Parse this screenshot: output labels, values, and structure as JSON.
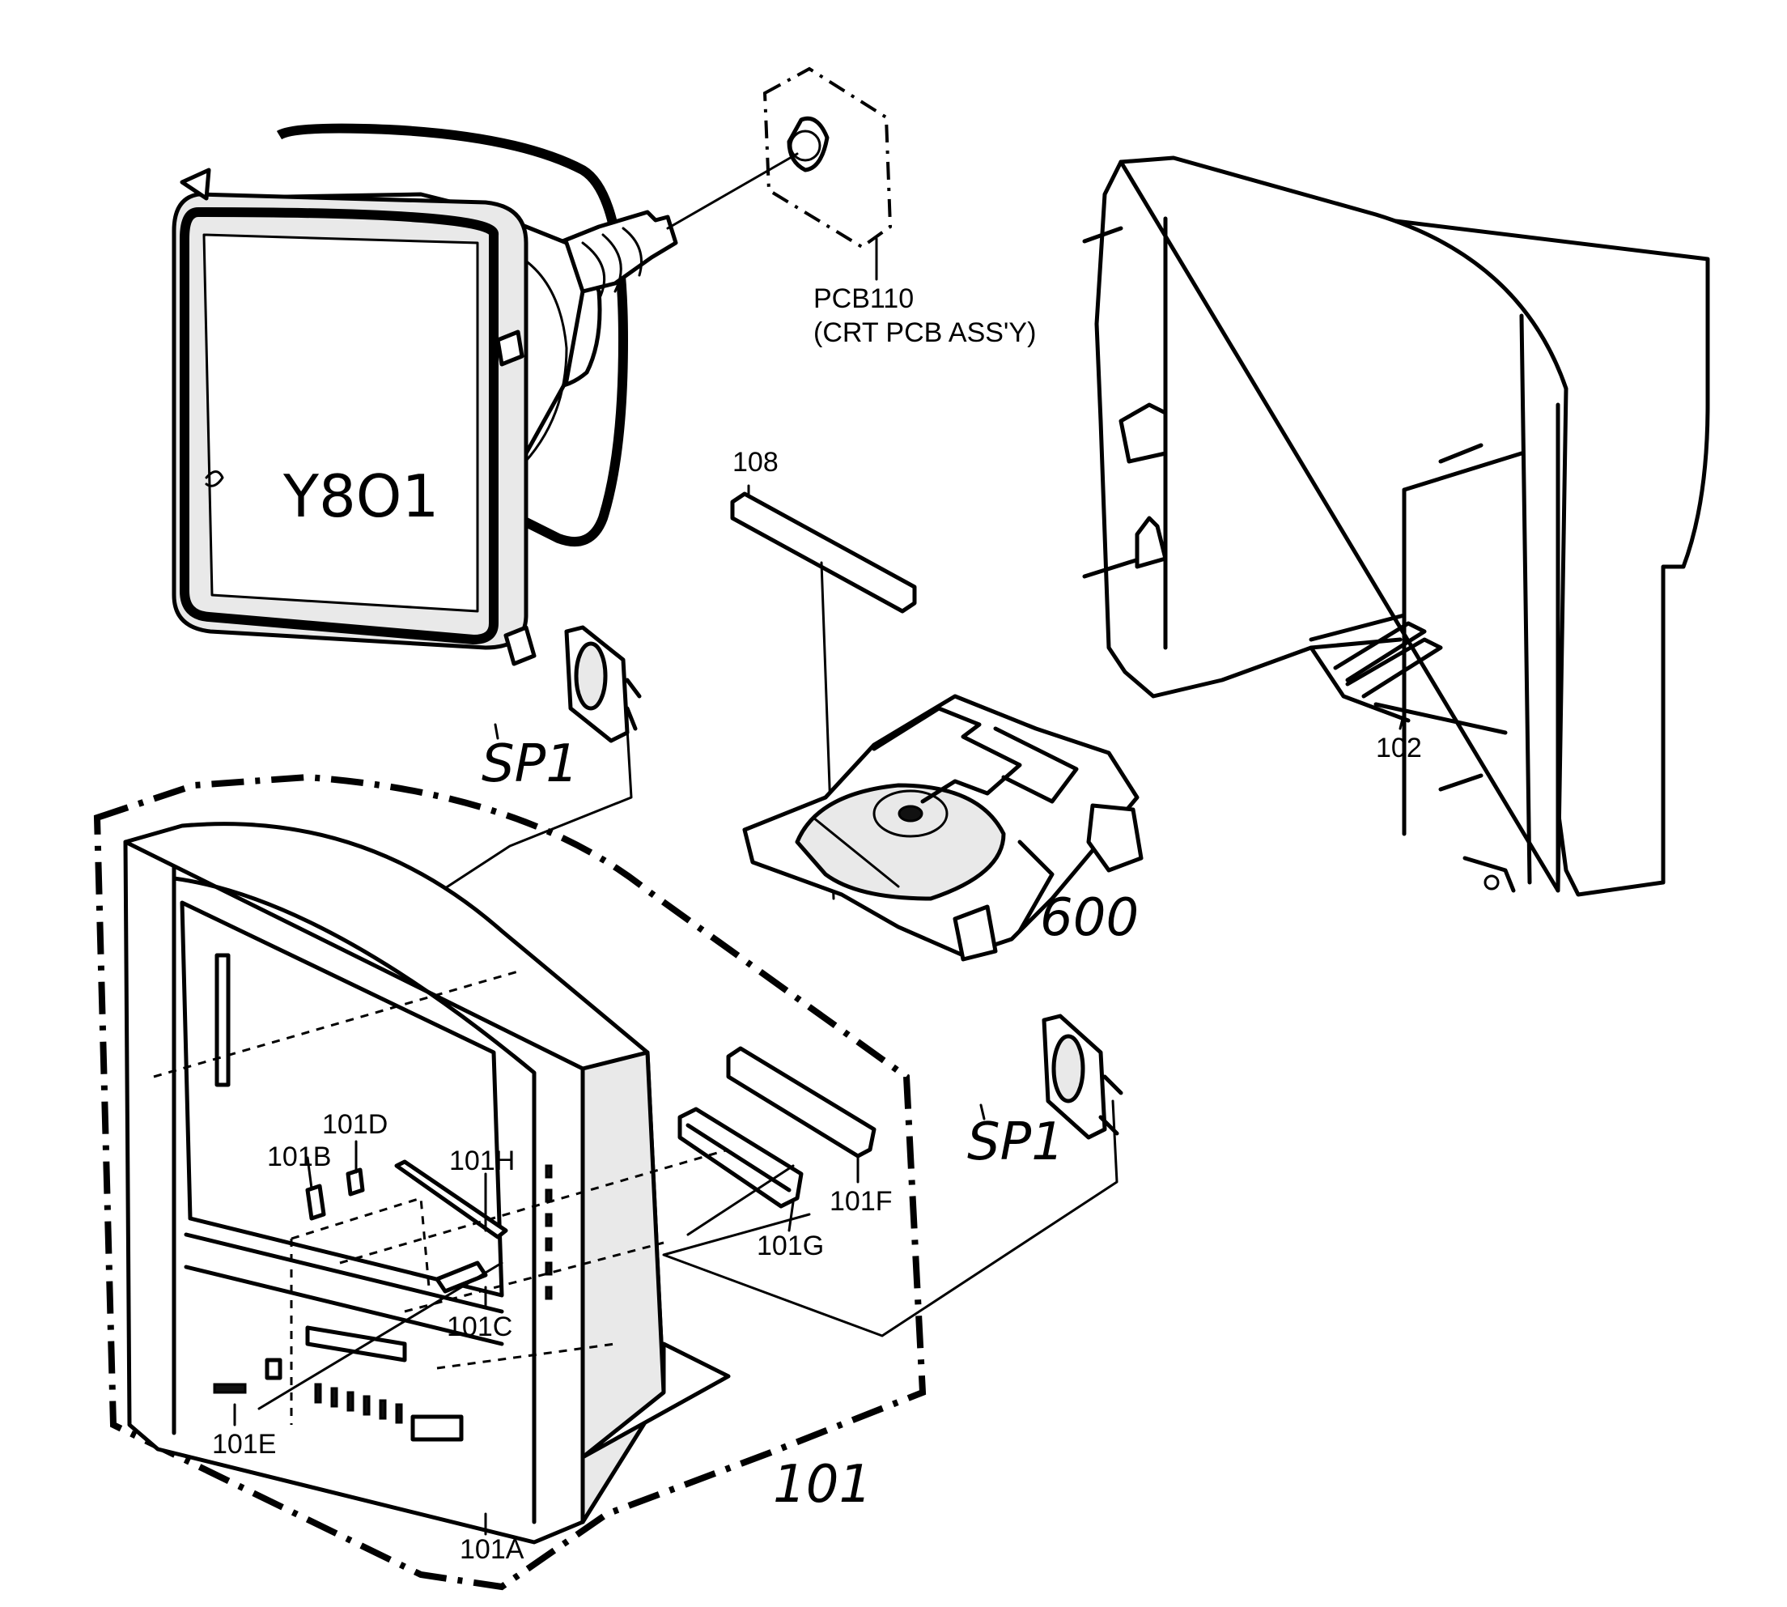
{
  "labels": {
    "pcb110": "PCB110",
    "pcb110_desc": "(CRT PCB ASS'Y)",
    "y801": "Y8O1",
    "sp1_left": "SP1",
    "sp1_right": "SP1",
    "p108": "108",
    "p102": "102",
    "p600": "600",
    "p101": "101",
    "p101a": "101A",
    "p101b": "101B",
    "p101c": "101C",
    "p101d": "101D",
    "p101e": "101E",
    "p101f": "101F",
    "p101g": "101G",
    "p101h": "101H"
  }
}
